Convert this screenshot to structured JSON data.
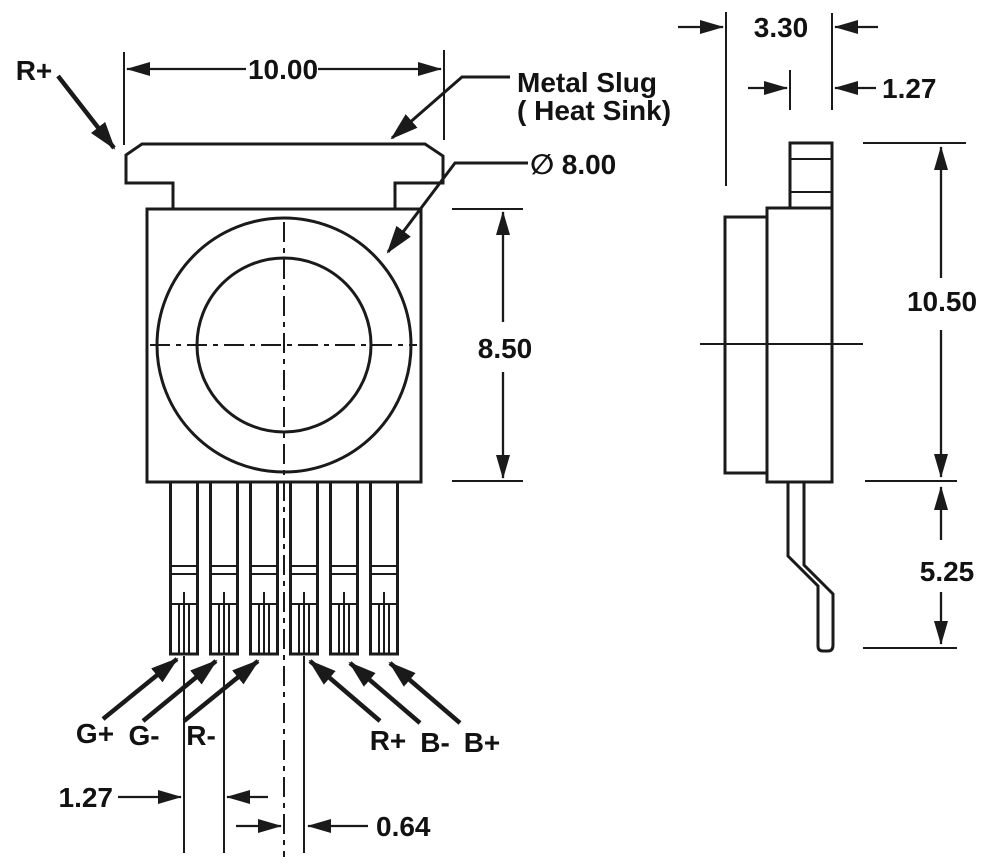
{
  "drawing": {
    "colors": {
      "line": "#1a1a1a",
      "background": "#ffffff"
    },
    "front_view": {
      "top_pin_label": "R+",
      "slug_label_line1": "Metal Slug",
      "slug_label_line2": "( Heat Sink)",
      "dim_width": "10.00",
      "dim_diameter": "∅ 8.00",
      "dim_height": "8.50",
      "pin_labels": [
        "G+",
        "G-",
        "R-",
        "R+",
        "B-",
        "B+"
      ],
      "dim_pin_pitch": "1.27",
      "dim_center_offset": "0.64"
    },
    "side_view": {
      "dim_depth": "3.30",
      "dim_tab_thickness": "1.27",
      "dim_total_height": "10.50",
      "dim_lead_length": "5.25"
    }
  }
}
